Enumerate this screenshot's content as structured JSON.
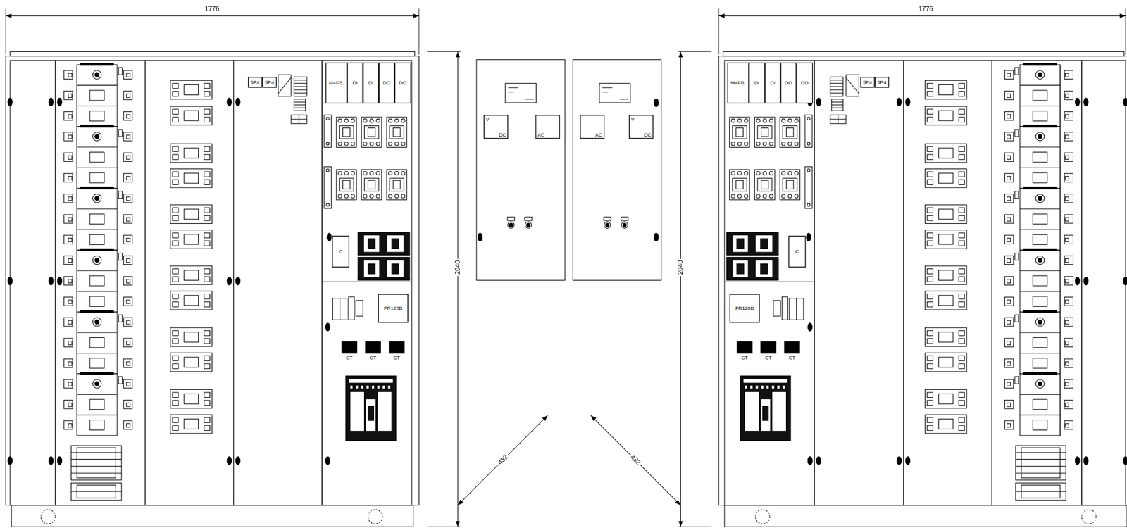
{
  "diagram": {
    "nodes": [
      {
        "text": [
          "5P4"
        ]
      },
      {
        "text": [
          "5P4"
        ]
      },
      {
        "text": [
          "M4FB."
        ]
      },
      {
        "text": [
          "DI"
        ]
      },
      {
        "text": [
          "DI"
        ]
      },
      {
        "text": [
          "DO"
        ]
      },
      {
        "text": [
          "DO"
        ]
      },
      {
        "text": [
          "C"
        ]
      },
      {
        "text": [
          "FR120B"
        ]
      },
      {
        "text": [
          "CT"
        ]
      },
      {
        "text": [
          "CT"
        ]
      },
      {
        "text": [
          "CT"
        ]
      },
      {
        "text": [
          "V",
          "DC"
        ]
      },
      {
        "text": [
          "AC"
        ]
      },
      {
        "text": [
          "AC"
        ]
      },
      {
        "text": [
          "V",
          "DC"
        ]
      },
      {
        "text": [
          "M4FB."
        ]
      },
      {
        "text": [
          "DI"
        ]
      },
      {
        "text": [
          "DI"
        ]
      },
      {
        "text": [
          "DO"
        ]
      },
      {
        "text": [
          "DO"
        ]
      },
      {
        "text": [
          "5P4"
        ]
      },
      {
        "text": [
          "5P4"
        ]
      },
      {
        "text": [
          "C"
        ]
      },
      {
        "text": [
          "FR120B"
        ]
      },
      {
        "text": [
          "CT"
        ]
      },
      {
        "text": [
          "CT"
        ]
      },
      {
        "text": [
          "CT"
        ]
      }
    ],
    "labels": [
      "1776",
      "1776",
      "2040",
      "2040",
      "432",
      "432"
    ]
  }
}
